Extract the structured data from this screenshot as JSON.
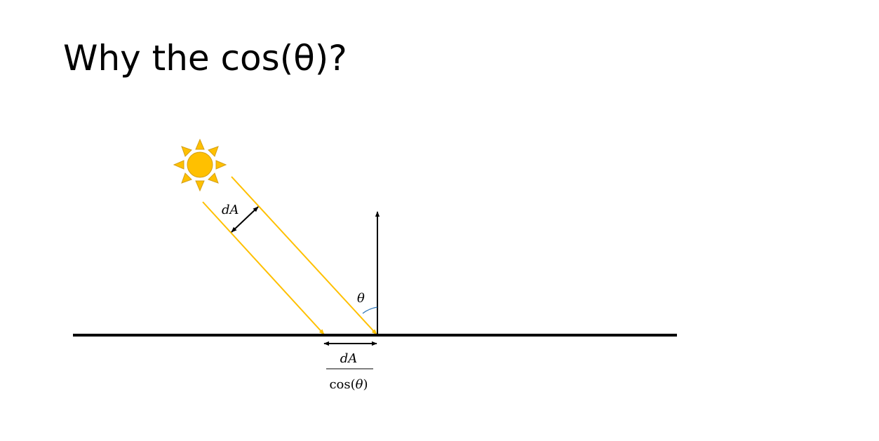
{
  "slide": {
    "title": "Why the cos(θ)?"
  },
  "diagram": {
    "beam_width_label": "dA",
    "angle_label": "θ",
    "footprint_label": {
      "numerator": "dA",
      "denominator_fn": "cos(",
      "denominator_var": "θ",
      "denominator_close": ")"
    },
    "colors": {
      "ray": "#FFC000",
      "sun_fill": "#FFC000",
      "sun_stroke": "#D4A017",
      "surface": "#000000",
      "normal": "#000000",
      "angle_arc": "#2E75B6"
    },
    "icons": [
      "sun-icon"
    ]
  }
}
